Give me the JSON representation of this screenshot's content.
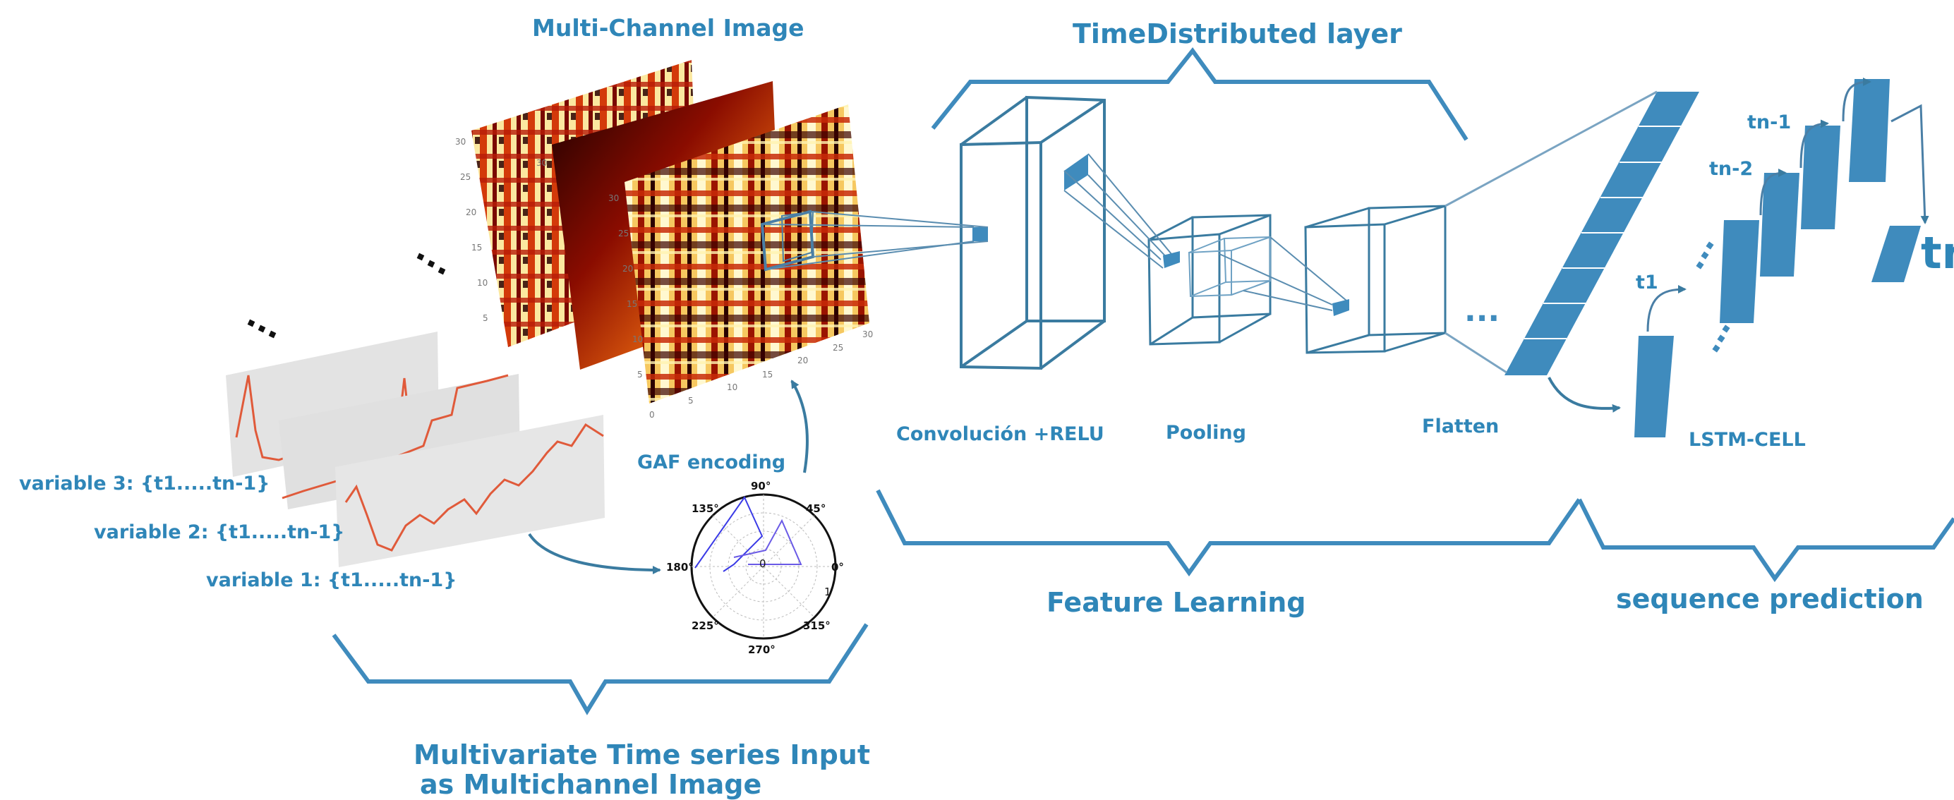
{
  "titles": {
    "multichannel": "Multi-Channel Image",
    "timedistributed": "TimeDistributed layer",
    "gaf": "GAF encoding",
    "input_line1": "Multivariate Time series Input",
    "input_line2": "as Multichannel Image",
    "feature_learning": "Feature Learning",
    "sequence_prediction": "sequence prediction"
  },
  "layers": {
    "conv": "Convolución +RELU",
    "pooling": "Pooling",
    "flatten": "Flatten",
    "lstm": "LSTM-CELL"
  },
  "variables": [
    "variable 3: {t1.....tn-1}",
    "variable 2: {t1.....tn-1}",
    "variable 1: {t1.....tn-1}"
  ],
  "time_steps": {
    "t1": "t1",
    "tn2": "tn-2",
    "tn1": "tn-1",
    "tn": "tn"
  },
  "polar": {
    "angles": [
      "90°",
      "45°",
      "0°",
      "315°",
      "270°",
      "225°",
      "180°",
      "135°"
    ],
    "center": "0",
    "edge": "1"
  },
  "colors": {
    "accent": "#2f86b8",
    "dark_accent": "#3a7ba0",
    "lstm_fill": "#3f8bbd",
    "series_line": "#e05a3a",
    "polar_line": "#5a5ae6"
  }
}
